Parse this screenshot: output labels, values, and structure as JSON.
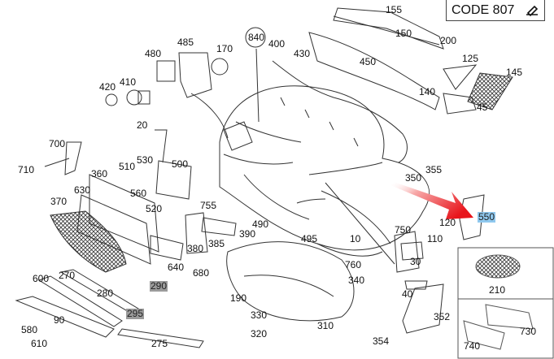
{
  "code_box": {
    "text": "CODE 807",
    "icon": "edit-icon"
  },
  "callouts": [
    "155",
    "150",
    "200",
    "125",
    "145",
    "140",
    "45",
    "450",
    "430",
    "400",
    "840",
    "485",
    "480",
    "170",
    "420",
    "410",
    "20",
    "700",
    "710",
    "530",
    "510",
    "500",
    "360",
    "630",
    "560",
    "520",
    "370",
    "755",
    "490",
    "120",
    "550",
    "110",
    "750",
    "30",
    "495",
    "10",
    "385",
    "380",
    "390",
    "640",
    "680",
    "290",
    "295",
    "280",
    "270",
    "600",
    "580",
    "90",
    "610",
    "275",
    "760",
    "340",
    "190",
    "330",
    "320",
    "310",
    "40",
    "352",
    "354",
    "210",
    "730",
    "740",
    "350",
    "355"
  ],
  "highlight_gray": [
    "290",
    "295"
  ],
  "highlight_blue": [
    "550"
  ],
  "colors": {
    "arrow": "#e8141b",
    "highlight_gray": "#9b9b9b",
    "highlight_blue": "#8fc8ee",
    "line": "#333333"
  }
}
